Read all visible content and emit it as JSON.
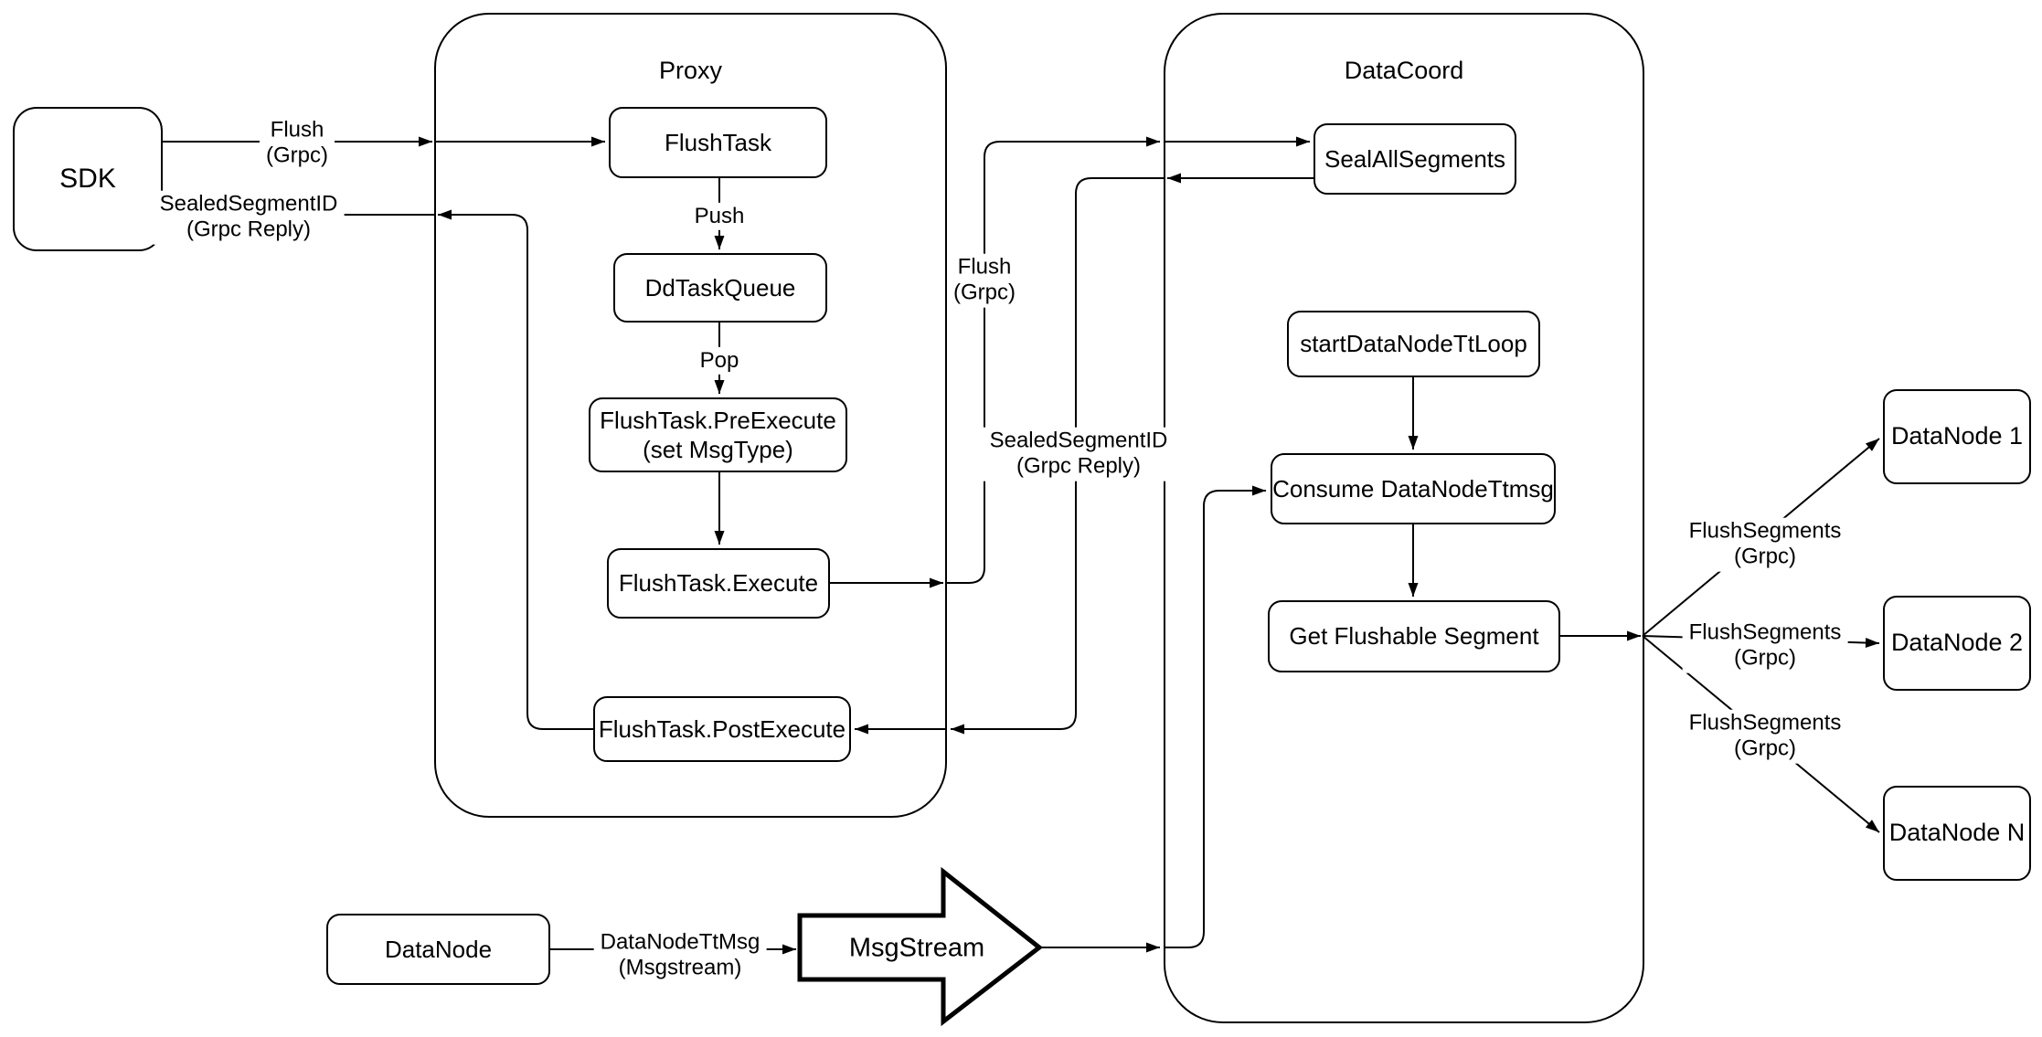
{
  "colors": {
    "stroke": "#000000",
    "background": "#ffffff"
  },
  "containers": {
    "proxy": "Proxy",
    "datacoord": "DataCoord"
  },
  "nodes": {
    "sdk": "SDK",
    "flush_task": "FlushTask",
    "dd_task_queue": "DdTaskQueue",
    "pre_execute": "FlushTask.PreExecute\n(set MsgType)",
    "execute": "FlushTask.Execute",
    "post_execute": "FlushTask.PostExecute",
    "seal_all_segments": "SealAllSegments",
    "start_datanode_tt_loop": "startDataNodeTtLoop",
    "consume_datanode_ttmsg": "Consume DataNodeTtmsg",
    "get_flushable_segment": "Get Flushable Segment",
    "datanode_1": "DataNode 1",
    "datanode_2": "DataNode 2",
    "datanode_n": "DataNode N",
    "datanode": "DataNode",
    "msgstream": "MsgStream"
  },
  "edge_labels": {
    "flush_grpc_sdk": "Flush\n(Grpc)",
    "sealed_segment_id_sdk": "SealedSegmentID\n(Grpc Reply)",
    "push": "Push",
    "pop": "Pop",
    "flush_grpc_mid": "Flush\n(Grpc)",
    "sealed_segment_id_mid": "SealedSegmentID\n(Grpc Reply)",
    "flush_segments_1": "FlushSegments\n(Grpc)",
    "flush_segments_2": "FlushSegments\n(Grpc)",
    "flush_segments_n": "FlushSegments\n(Grpc)",
    "datanode_tt_msg": "DataNodeTtMsg\n(Msgstream)"
  }
}
